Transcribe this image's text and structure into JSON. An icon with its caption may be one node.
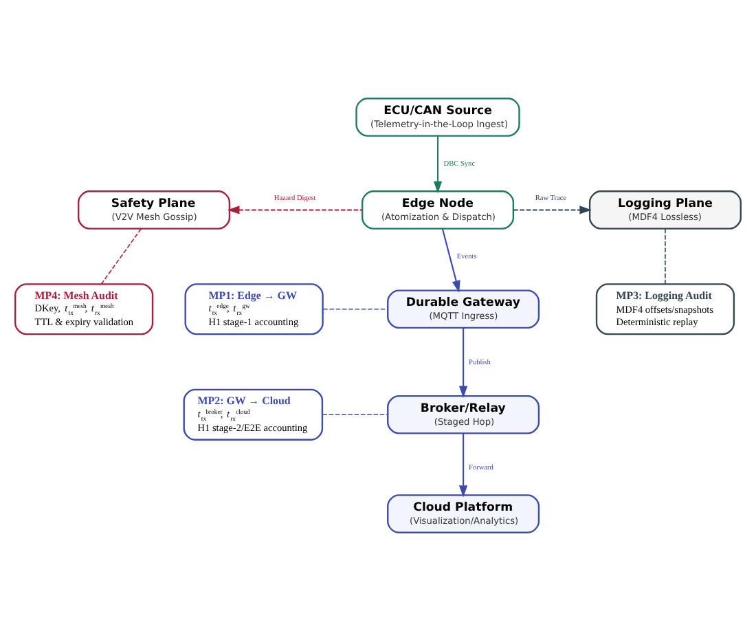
{
  "diagram": {
    "nodes": [
      {
        "text": [
          "ECU/CAN Source",
          "(Telemetry-in-the-Loop Ingest)"
        ]
      },
      {
        "text": [
          "Edge Node",
          "(Atomization & Dispatch)"
        ]
      },
      {
        "text": [
          "Safety Plane",
          "(V2V Mesh Gossip)"
        ]
      },
      {
        "text": [
          "MP4: Mesh Audit",
          "DKey, *t*$_{tx}$$^{mesh}$, *t*$_{rx}$$^{mesh}$",
          "TTL & expiry validation"
        ]
      },
      {
        "text": [
          "Logging Plane",
          "(MDF4 Lossless)"
        ]
      },
      {
        "text": [
          "MP3: Logging Audit",
          "MDF4 offsets/snapshots",
          "Deterministic replay"
        ]
      },
      {
        "text": [
          "Durable Gateway",
          "(MQTT Ingress)"
        ]
      },
      {
        "text": [
          "MP1: Edge → GW",
          "*t*$_{tx}$$^{edge}$, *t*$_{rx}$$^{gw}$",
          "H1 stage-1 accounting"
        ]
      },
      {
        "text": [
          "Broker/Relay",
          "(Staged Hop)"
        ]
      },
      {
        "text": [
          "MP2: GW → Cloud",
          "*t*$_{tx}$$^{broker}$, *t*$_{rx}$$^{cloud}$",
          "H1 stage-2/E2E accounting"
        ]
      },
      {
        "text": [
          "Cloud Platform",
          "(Visualization/Analytics)"
        ]
      }
    ],
    "edges": [
      {
        "from": 0,
        "to": 1,
        "arrow": "to",
        "label": "DBC Sync",
        "color": "#1f7a63"
      },
      {
        "from": 1,
        "to": 2,
        "arrow": "to",
        "label": "Hazard Digest",
        "style": "dashed",
        "color": "#a81f3d"
      },
      {
        "from": 1,
        "to": 4,
        "arrow": "to",
        "label": "Raw Trace",
        "style": "dashed",
        "color": "#34474f"
      },
      {
        "from": 1,
        "to": 6,
        "arrow": "to",
        "label": "Events"
      },
      {
        "from": 6,
        "to": 8,
        "arrow": "to",
        "label": "Publish"
      },
      {
        "from": 8,
        "to": 10,
        "arrow": "to",
        "label": "Forward"
      },
      {
        "from": 2,
        "to": 3,
        "arrow": "none",
        "style": "dashed",
        "color": "#a81f3d"
      },
      {
        "from": 4,
        "to": 5,
        "arrow": "none",
        "style": "dashed",
        "color": "#34474f"
      },
      {
        "from": 7,
        "to": 6,
        "arrow": "none",
        "style": "dashed"
      },
      {
        "from": 9,
        "to": 8,
        "arrow": "none",
        "style": "dashed"
      }
    ]
  }
}
